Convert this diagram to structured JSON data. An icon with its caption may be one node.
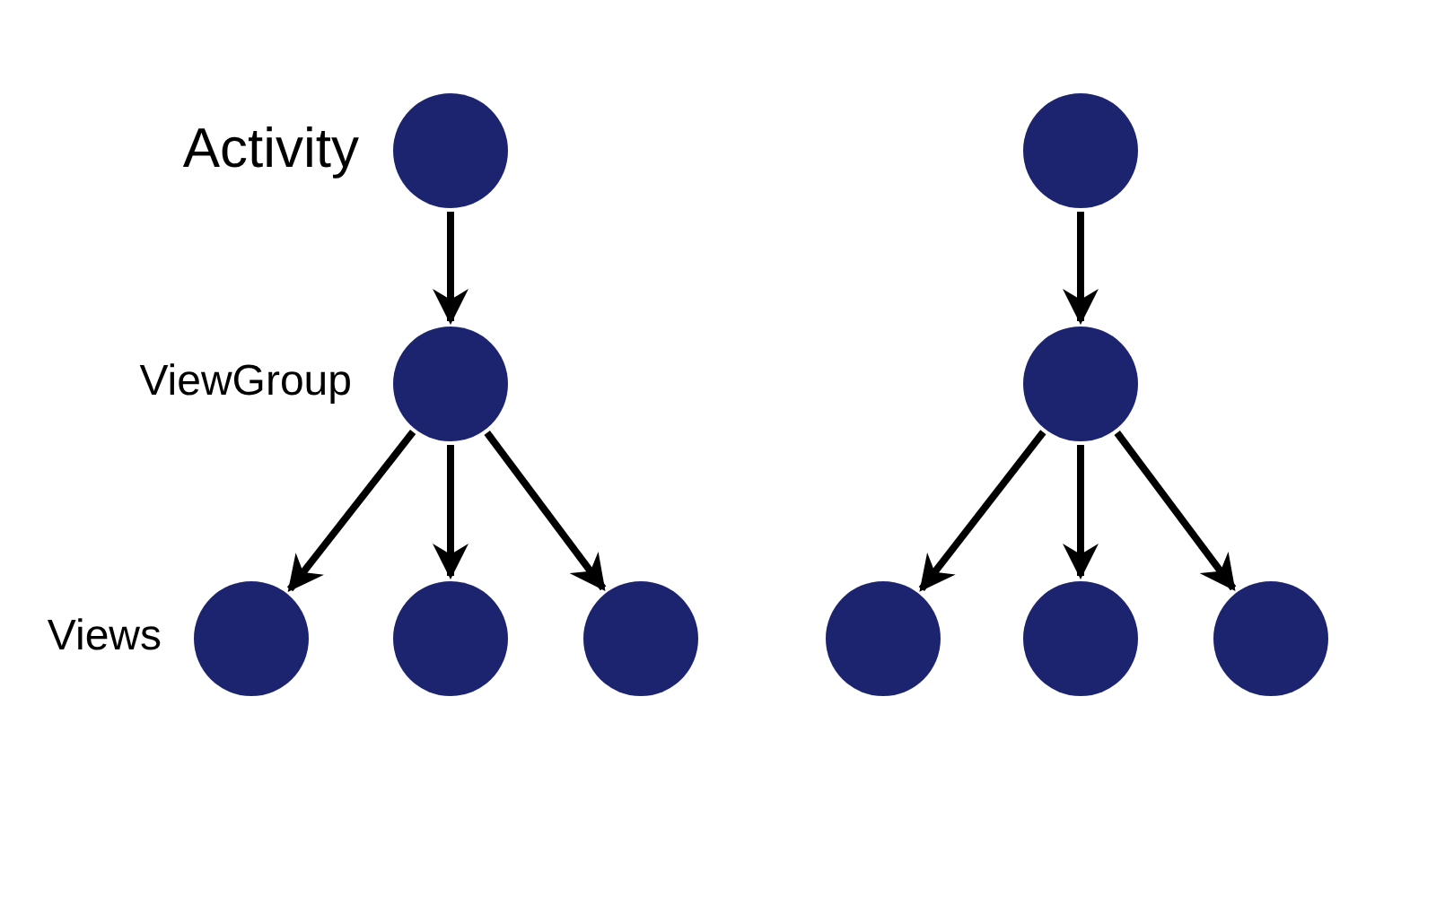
{
  "diagram": {
    "nodes": [
      {
        "text": [],
        "shape": "circle",
        "beside": [
          "Activity"
        ]
      },
      {
        "text": [],
        "shape": "circle",
        "beside": [
          "ViewGroup"
        ]
      },
      {
        "text": [],
        "shape": "circle",
        "beside": [
          "Views"
        ]
      },
      {
        "text": [],
        "shape": "circle"
      },
      {
        "text": [],
        "shape": "circle"
      },
      {
        "text": [],
        "shape": "circle"
      },
      {
        "text": [],
        "shape": "circle"
      },
      {
        "text": [],
        "shape": "circle"
      },
      {
        "text": [],
        "shape": "circle"
      },
      {
        "text": [],
        "shape": "circle"
      }
    ],
    "edges": [
      {
        "from": 0,
        "to": 1,
        "arrow": "to"
      },
      {
        "from": 1,
        "to": 2,
        "arrow": "to"
      },
      {
        "from": 1,
        "to": 3,
        "arrow": "to"
      },
      {
        "from": 1,
        "to": 4,
        "arrow": "to"
      },
      {
        "from": 5,
        "to": 6,
        "arrow": "to"
      },
      {
        "from": 6,
        "to": 7,
        "arrow": "to"
      },
      {
        "from": 6,
        "to": 8,
        "arrow": "to"
      },
      {
        "from": 6,
        "to": 9,
        "arrow": "to"
      }
    ]
  }
}
